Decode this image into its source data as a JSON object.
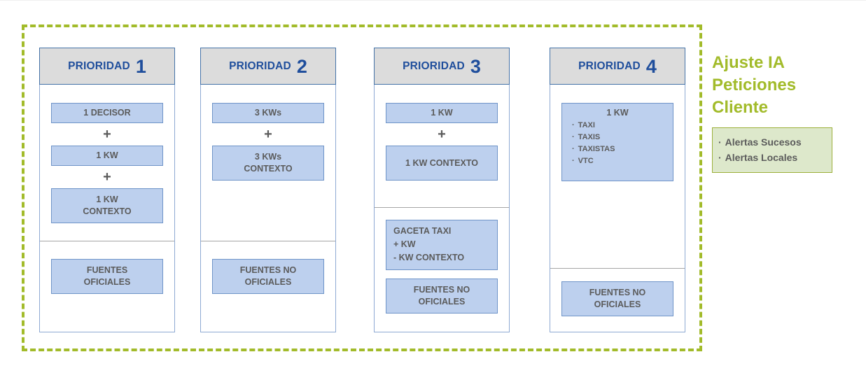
{
  "columns": [
    {
      "header_word": "PRIORIDAD",
      "header_num": "1",
      "top_items": [
        {
          "kind": "box",
          "lines": [
            "1 DECISOR"
          ]
        },
        {
          "kind": "plus",
          "text": "+"
        },
        {
          "kind": "box",
          "lines": [
            "1 KW"
          ]
        },
        {
          "kind": "plus",
          "text": "+"
        },
        {
          "kind": "box",
          "lines": [
            "1 KW",
            "CONTEXTO"
          ]
        }
      ],
      "bottom_box": [
        "FUENTES",
        "OFICIALES"
      ]
    },
    {
      "header_word": "PRIORIDAD",
      "header_num": "2",
      "top_items": [
        {
          "kind": "box",
          "lines": [
            "3 KWs"
          ]
        },
        {
          "kind": "plus",
          "text": "+"
        },
        {
          "kind": "box",
          "lines": [
            "3 KWs",
            "CONTEXTO"
          ]
        }
      ],
      "bottom_box": [
        "FUENTES NO",
        "OFICIALES"
      ]
    },
    {
      "header_word": "PRIORIDAD",
      "header_num": "3",
      "top_items": [
        {
          "kind": "box",
          "lines": [
            "1 KW"
          ]
        },
        {
          "kind": "plus",
          "text": "+"
        },
        {
          "kind": "box",
          "lines": [
            "1 KW CONTEXTO"
          ]
        }
      ],
      "gaceta_box": [
        "GACETA TAXI",
        "+ KW",
        "- KW CONTEXTO"
      ],
      "bottom_box": [
        "FUENTES NO",
        "OFICIALES"
      ]
    },
    {
      "header_word": "PRIORIDAD",
      "header_num": "4",
      "kw_list_title": "1 KW",
      "kw_list_items": [
        "TAXI",
        "TAXIS",
        "TAXISTAS",
        "VTC"
      ],
      "bottom_box": [
        "FUENTES NO",
        "OFICIALES"
      ]
    }
  ],
  "right_panel": {
    "heading_lines": [
      "Ajuste IA",
      "Peticiones",
      "Cliente"
    ],
    "green_box_items": [
      "Alertas Sucesos",
      "Alertas Locales"
    ]
  },
  "colors": {
    "dashed_border": "#a2bb2a",
    "header_fill": "#dcdcdc",
    "header_text": "#1f4e9c",
    "box_fill": "#bdd0ee",
    "box_border": "#6f94c8",
    "box_text": "#5b5b5b",
    "green_fill": "#dde8cb",
    "green_border": "#9cb03a",
    "heading_green": "#a2bb2a"
  }
}
